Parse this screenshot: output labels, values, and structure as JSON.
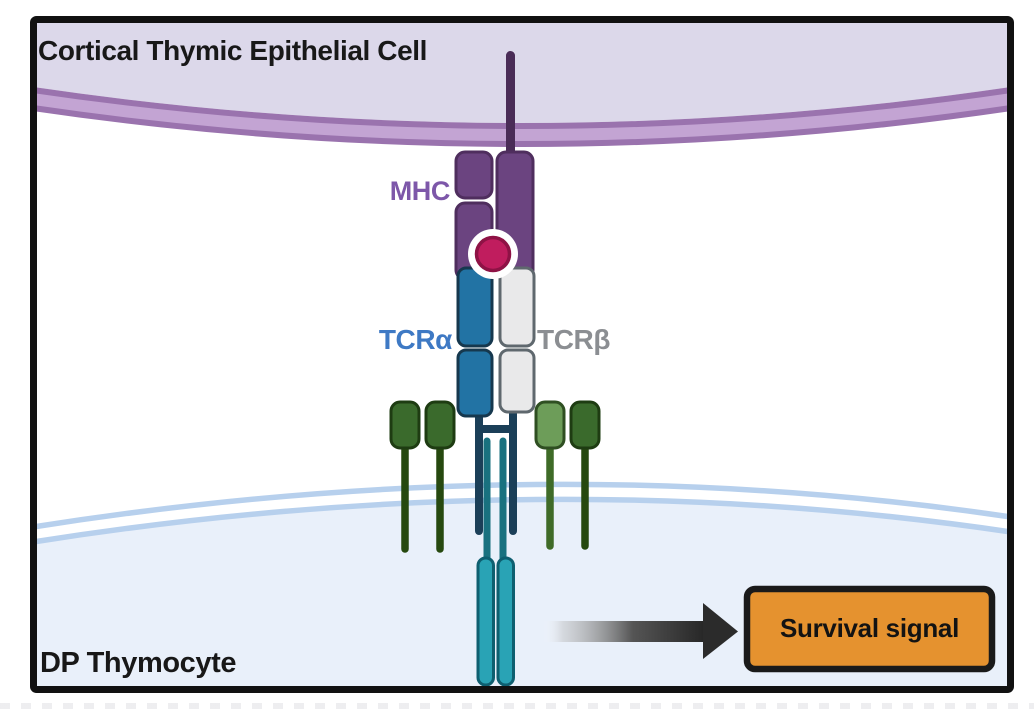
{
  "diagram": {
    "top_cell_label": "Cortical Thymic Epithelial Cell",
    "bottom_cell_label": "DP Thymocyte",
    "mhc_label": "MHC",
    "tcr_alpha_label": "TCRα",
    "tcr_beta_label": "TCRβ",
    "survival_label": "Survival signal"
  },
  "colors": {
    "top_cell_fill": "#dcd8ea",
    "top_membrane_band": "#c3a4d3",
    "top_membrane_line": "#9a73ae",
    "bottom_cell_fill": "#e9f0fa",
    "bottom_membrane_line": "#b7d0ed",
    "mhc_fill": "#6b4480",
    "mhc_stroke": "#4f2e5e",
    "mhc_stem": "#4a2c57",
    "mhc_label_color": "#7d57a9",
    "peptide_fill": "#c01d5e",
    "peptide_stroke": "#8e1245",
    "tcr_alpha_fill": "#2273a4",
    "tcr_alpha_stroke": "#16384e",
    "tcr_alpha_label_color": "#3e79c4",
    "tcr_beta_fill": "#e9e9ea",
    "tcr_beta_stroke": "#5f686e",
    "tcr_beta_label_color": "#8b8e92",
    "coreceptor_dark_fill": "#3a6a2c",
    "coreceptor_dark_stroke": "#1e3c12",
    "coreceptor_dark_stem": "#26490f",
    "coreceptor_light_fill": "#6d9d59",
    "coreceptor_light_stroke": "#2f4f22",
    "coreceptor_light_stem": "#3f6b28",
    "cd3_connector": "#1b3f58",
    "cd3_zeta_stem": "#19717f",
    "cd3_zeta_fill": "#29a3b5",
    "cd3_zeta_stroke": "#0e5f70",
    "arrow_color": "#2b2b2b",
    "signal_box_fill": "#e5922f",
    "signal_box_border": "#1a1a1a",
    "frame_border": "#111111"
  }
}
